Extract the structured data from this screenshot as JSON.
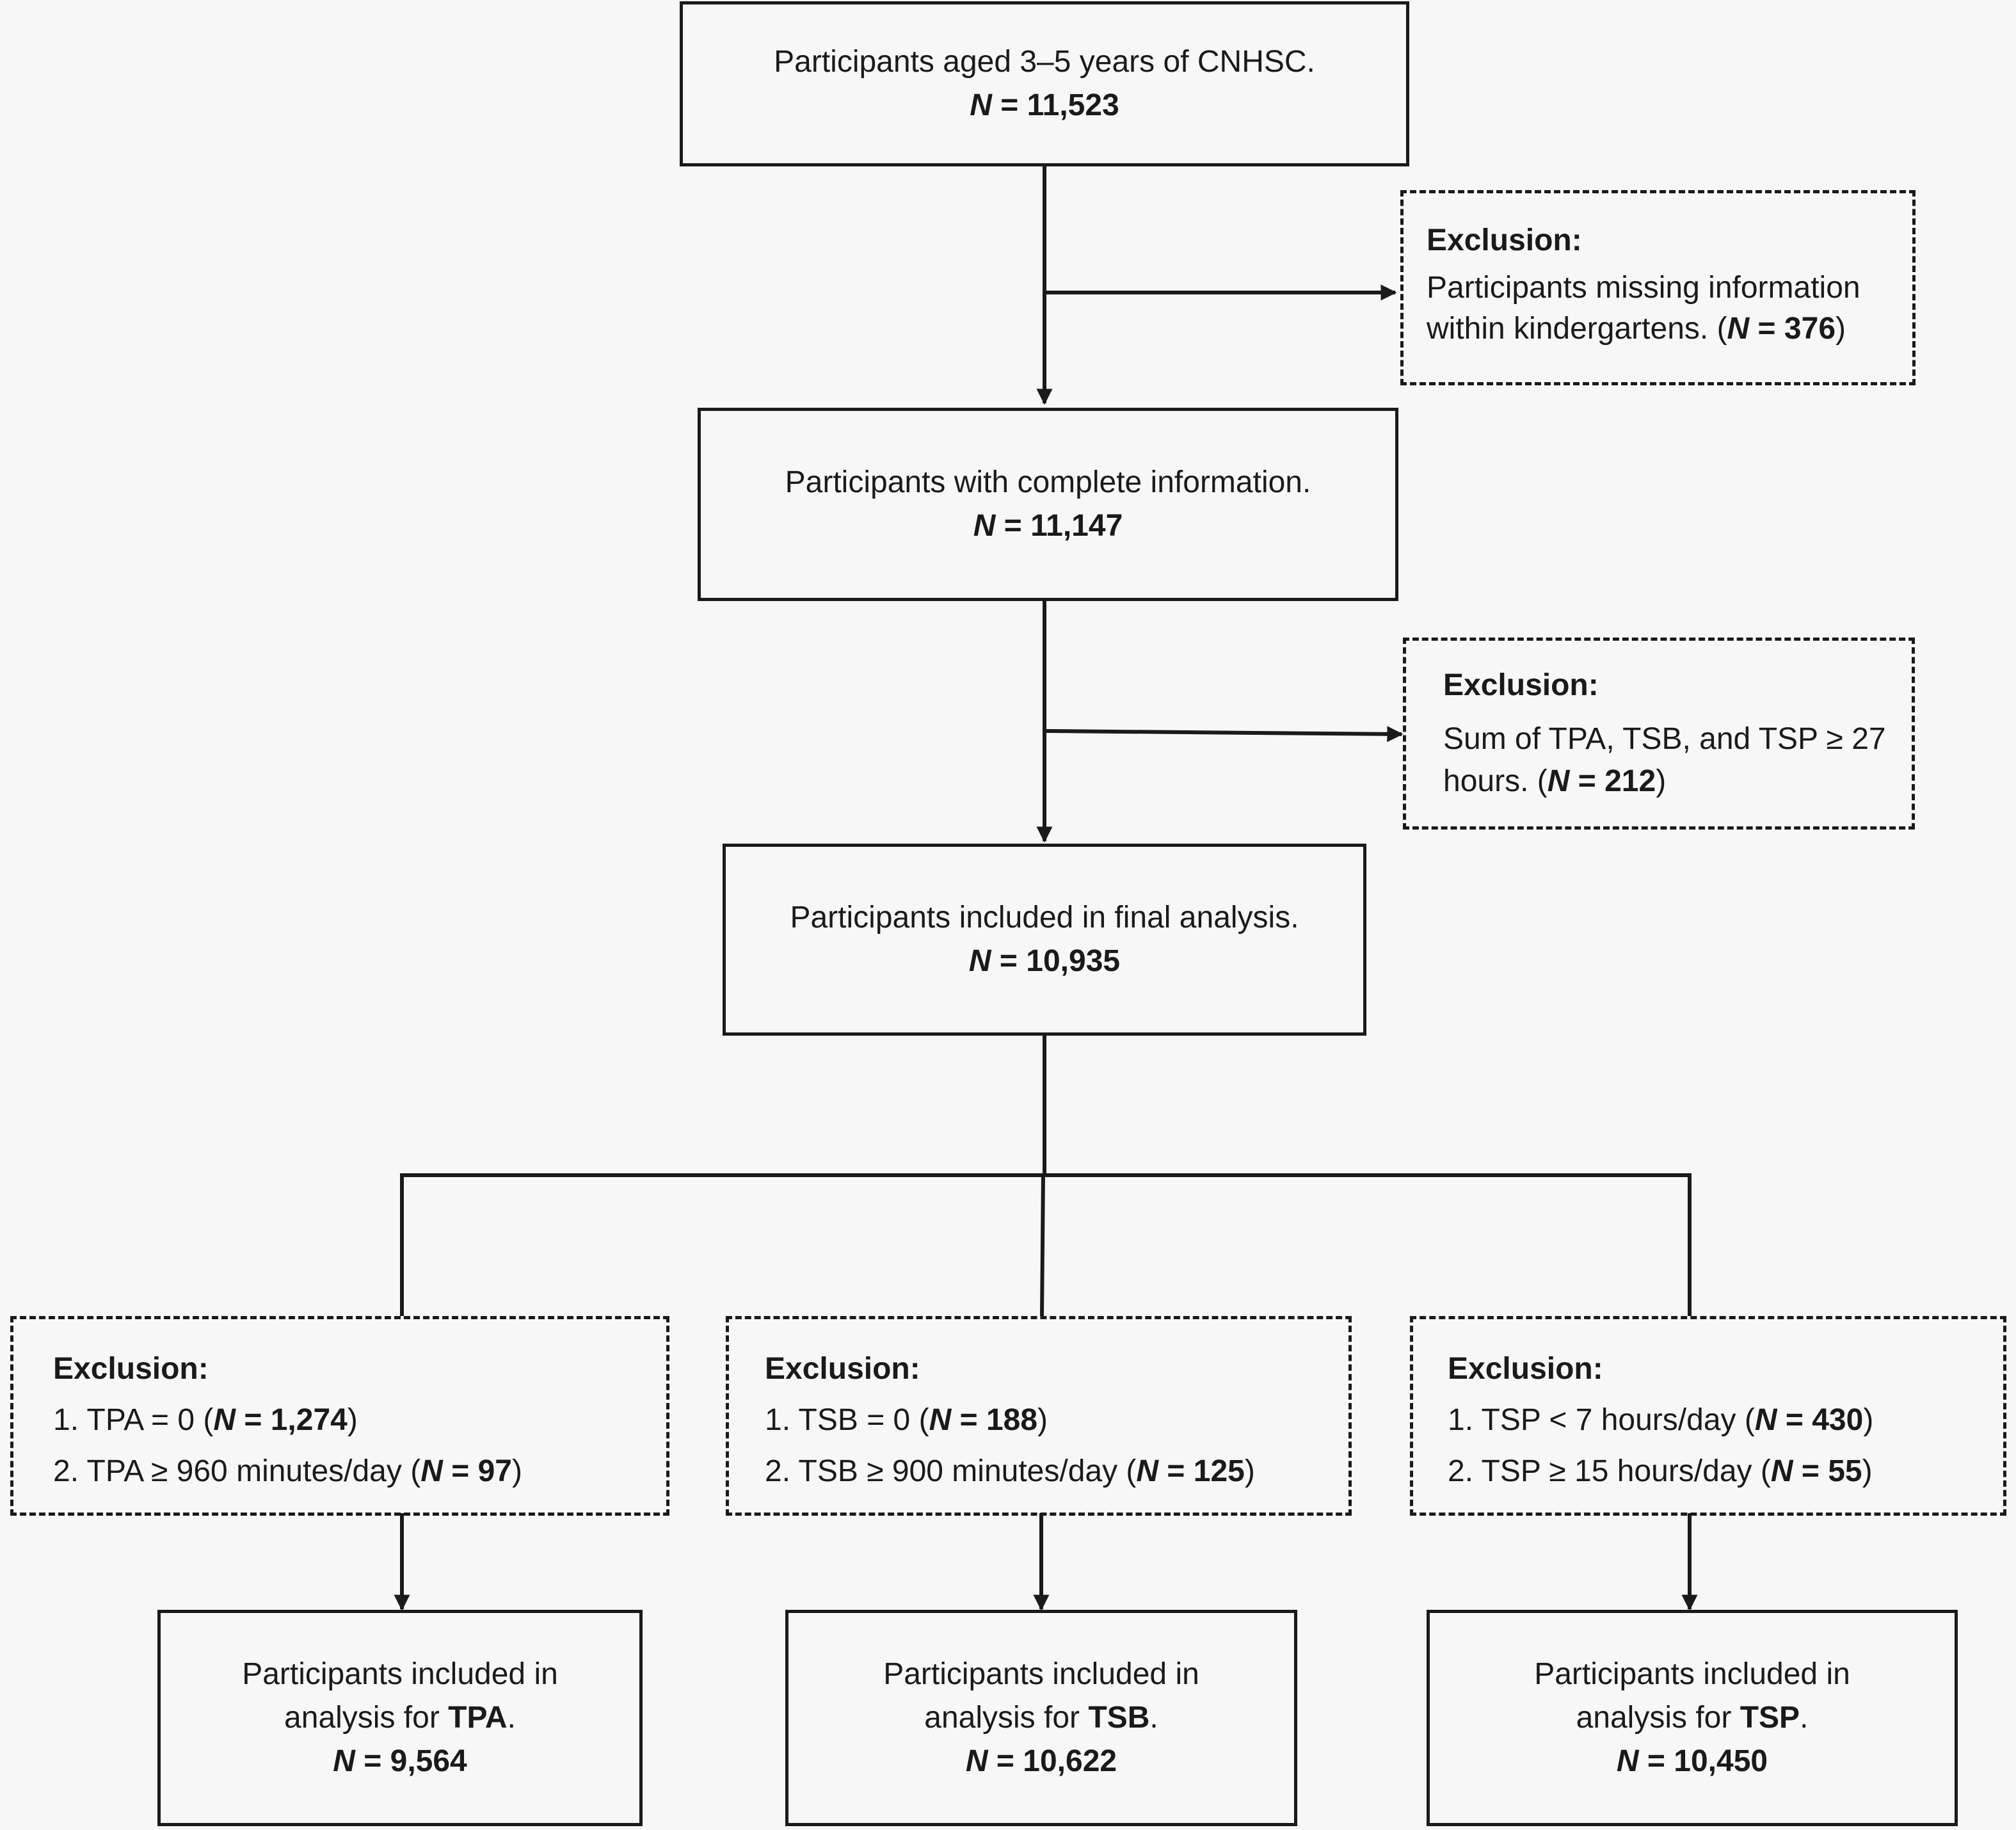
{
  "boxes": {
    "start": {
      "text": "Participants aged 3–5 years of CNHSC.",
      "n_label": "N",
      "n_eq": " = 11,523"
    },
    "complete": {
      "text": "Participants with complete information.",
      "n_label": "N",
      "n_eq": " = 11,147"
    },
    "final": {
      "text": "Participants included in final analysis.",
      "n_label": "N",
      "n_eq": " = 10,935"
    },
    "tpa": {
      "line1": "Participants included in",
      "line2_pre": "analysis for ",
      "line2_bold": "TPA",
      "line2_post": ".",
      "n_label": "N",
      "n_eq": " = 9,564"
    },
    "tsb": {
      "line1": "Participants included in",
      "line2_pre": "analysis for ",
      "line2_bold": "TSB",
      "line2_post": ".",
      "n_label": "N",
      "n_eq": " = 10,622"
    },
    "tsp": {
      "line1": "Participants included in",
      "line2_pre": "analysis for ",
      "line2_bold": "TSP",
      "line2_post": ".",
      "n_label": "N",
      "n_eq": " = 10,450"
    }
  },
  "exclusions": {
    "missing": {
      "title": "Exclusion:",
      "line1": "Participants missing information",
      "line2_pre": "within kindergartens. (",
      "n_label": "N",
      "n_eq": " = 376",
      "line2_post": ")"
    },
    "sum": {
      "title": "Exclusion:",
      "line1": "Sum of TPA, TSB, and TSP ≥ 27",
      "line2_pre": "hours. (",
      "n_label": "N",
      "n_eq": " = 212",
      "line2_post": ")"
    },
    "tpa": {
      "title": "Exclusion:",
      "items": [
        {
          "pre": "1. TPA = 0 (",
          "n_label": "N",
          "n_eq": " = 1,274",
          "post": ")"
        },
        {
          "pre": "2. TPA ≥ 960 minutes/day (",
          "n_label": "N",
          "n_eq": " = 97",
          "post": ")"
        }
      ]
    },
    "tsb": {
      "title": "Exclusion:",
      "items": [
        {
          "pre": "1. TSB = 0 (",
          "n_label": "N",
          "n_eq": " = 188",
          "post": ")"
        },
        {
          "pre": "2. TSB ≥ 900 minutes/day (",
          "n_label": "N",
          "n_eq": " = 125",
          "post": ")"
        }
      ]
    },
    "tsp": {
      "title": "Exclusion:",
      "items": [
        {
          "pre": "1. TSP < 7 hours/day (",
          "n_label": "N",
          "n_eq": " = 430",
          "post": ")"
        },
        {
          "pre": "2. TSP ≥ 15 hours/day (",
          "n_label": "N",
          "n_eq": " = 55",
          "post": ")"
        }
      ]
    }
  }
}
